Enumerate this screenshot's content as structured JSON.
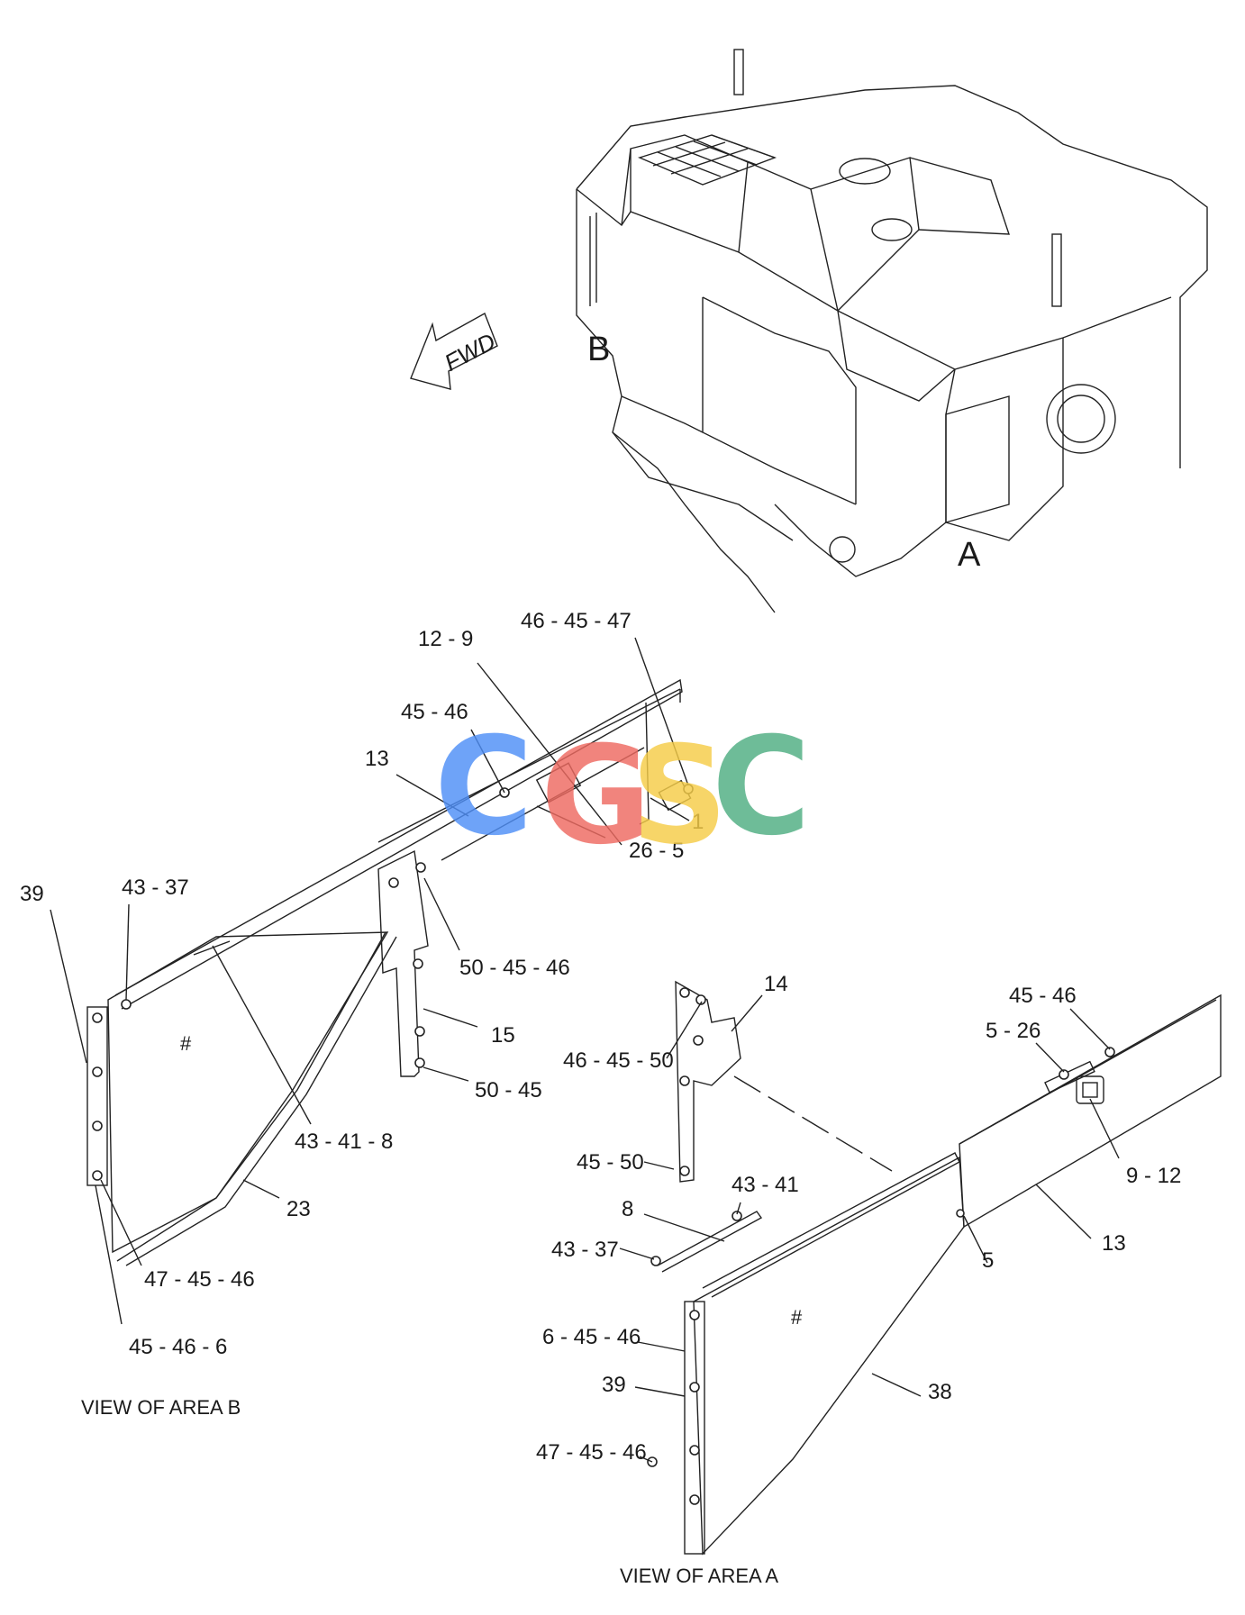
{
  "overview": {
    "area_b_label": "B",
    "area_a_label": "A",
    "fwd_label": "FWD"
  },
  "watermark": {
    "text": [
      "C",
      "G",
      "S",
      "C"
    ],
    "colors": [
      "#4f8ff7",
      "#ee6a61",
      "#f6cd48",
      "#4fae82"
    ]
  },
  "area_b": {
    "caption": "VIEW OF AREA B",
    "labels": [
      {
        "id": "b-12-9",
        "text": "12 - 9"
      },
      {
        "id": "b-46-45-47",
        "text": "46 - 45 - 47"
      },
      {
        "id": "b-45-46",
        "text": "45 - 46"
      },
      {
        "id": "b-13",
        "text": "13"
      },
      {
        "id": "b-1",
        "text": "1"
      },
      {
        "id": "b-26-5",
        "text": "26 - 5"
      },
      {
        "id": "b-39",
        "text": "39"
      },
      {
        "id": "b-43-37",
        "text": "43 - 37"
      },
      {
        "id": "b-50-45-46",
        "text": "50 - 45 - 46"
      },
      {
        "id": "b-15",
        "text": "15"
      },
      {
        "id": "b-50-45",
        "text": "50 - 45"
      },
      {
        "id": "b-43-41-8",
        "text": "43 - 41 - 8"
      },
      {
        "id": "b-23",
        "text": "23"
      },
      {
        "id": "b-47-45-46",
        "text": "47 - 45 - 46"
      },
      {
        "id": "b-45-46-6",
        "text": "45 - 46 - 6"
      }
    ]
  },
  "area_a": {
    "caption": "VIEW OF AREA A",
    "labels": [
      {
        "id": "a-14",
        "text": "14"
      },
      {
        "id": "a-46-45-50",
        "text": "46 - 45 - 50"
      },
      {
        "id": "a-45-50",
        "text": "45 - 50"
      },
      {
        "id": "a-45-46",
        "text": "45 - 46"
      },
      {
        "id": "a-5-26",
        "text": "5 - 26"
      },
      {
        "id": "a-9-12",
        "text": "9 - 12"
      },
      {
        "id": "a-43-41",
        "text": "43 - 41"
      },
      {
        "id": "a-8",
        "text": "8"
      },
      {
        "id": "a-43-37",
        "text": "43 - 37"
      },
      {
        "id": "a-5",
        "text": "5"
      },
      {
        "id": "a-13",
        "text": "13"
      },
      {
        "id": "a-6-45-46",
        "text": "6 - 45 - 46"
      },
      {
        "id": "a-39",
        "text": "39"
      },
      {
        "id": "a-38",
        "text": "38"
      },
      {
        "id": "a-47-45-46",
        "text": "47 - 45 - 46"
      }
    ]
  }
}
